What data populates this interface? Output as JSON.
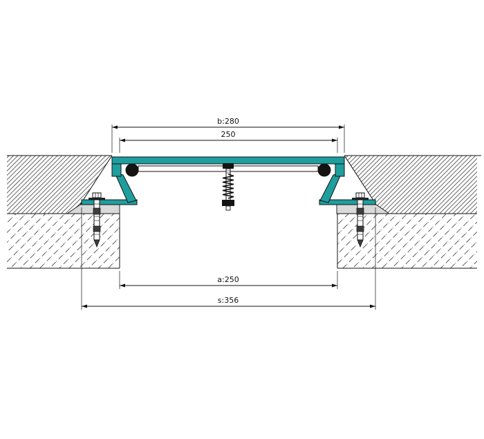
{
  "dimensions": {
    "top_width": {
      "label": "b:280"
    },
    "joint_top": {
      "label": "250"
    },
    "joint_bottom": {
      "label": "a:250"
    },
    "overall": {
      "label": "s:356"
    }
  },
  "colors": {
    "profile_accent": "#1f9e9e",
    "gasket_black": "#141414",
    "mortar_gray": "#d9d9d9",
    "line_color": "#111111",
    "background": "#ffffff"
  }
}
